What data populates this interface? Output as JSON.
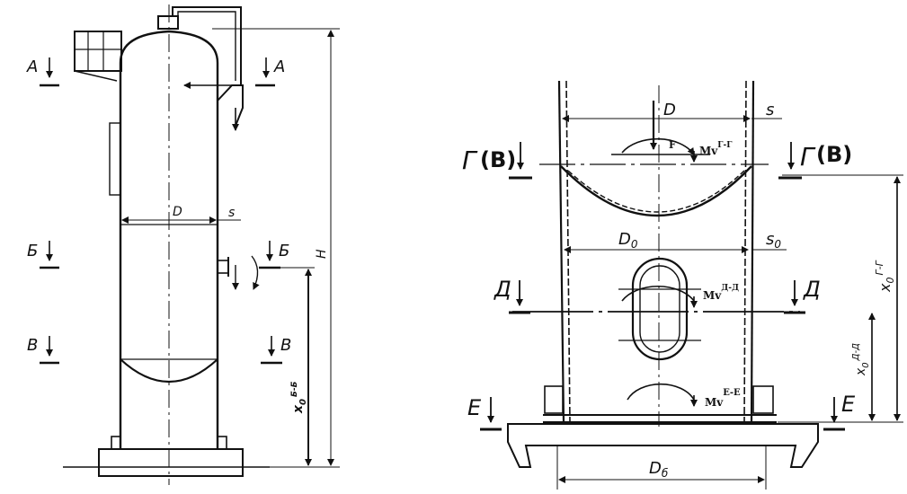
{
  "left_figure": {
    "sections": {
      "a_left": "А",
      "a_right": "А",
      "b_left": "Б",
      "b_right": "Б",
      "v_left": "В",
      "v_right": "В"
    },
    "dims": {
      "diameter": "D",
      "wall": "s",
      "height": "H",
      "x_base": "x",
      "x_sub": "0",
      "x_sup": "Б-Б"
    }
  },
  "right_figure": {
    "sections": {
      "g_left": "Г",
      "g_left_paren": "(В)",
      "g_right": "Г",
      "g_right_paren": "(В)",
      "d_left": "Д",
      "d_right": "Д",
      "e_left": "Е",
      "e_right": "Е"
    },
    "dims": {
      "diameter_top": "D",
      "wall_top": "s",
      "diameter_mid": "D",
      "diameter_mid_sub": "0",
      "wall_mid": "s",
      "wall_mid_sub": "0",
      "diameter_base": "D",
      "diameter_base_sub": "б",
      "x_gg_base": "x",
      "x_gg_sub": "0",
      "x_gg_sup": "Г-Г",
      "x_dd_base": "x",
      "x_dd_sub": "0",
      "x_dd_sup": "Д-Д"
    },
    "forces": {
      "force": "F",
      "mv_gg": "Mv",
      "mv_gg_sup": "Г-Г",
      "mv_dd": "Mv",
      "mv_dd_sup": "Д-Д",
      "mv_ee": "Mv",
      "mv_ee_sup": "Е-Е"
    }
  }
}
